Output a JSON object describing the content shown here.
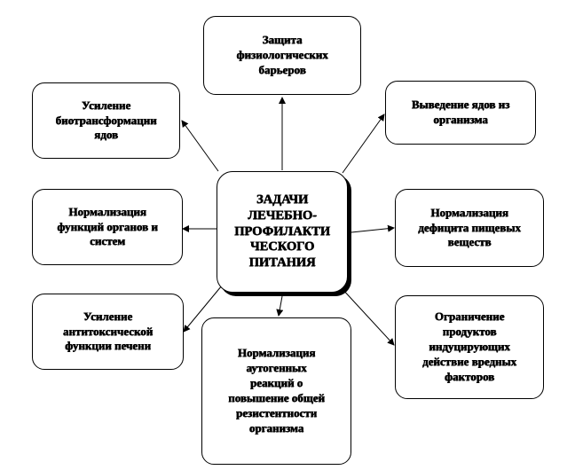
{
  "center": {
    "label": "ЗАДАЧИ\nЛЕЧЕБНО-\nПРОФИЛАКТИ\nЧЕСКОГО\nПИТАНИЯ"
  },
  "nodes": {
    "top": "Защита\nфизиологических\nбарьеров",
    "top_left": "Усиление\nбиотрансформации\nядов",
    "top_right": "Выведение ядов из\nорганизма",
    "mid_left": "Нормализация\nфункций органов и\nсистем",
    "mid_right": "Нормализация\nдефицита пищевых\nвеществ",
    "bottom_left": "Усиление\nантитоксической\nфункции печени",
    "bottom": "Нормализация\nаутогенных\nреакций о\nповышение общей\nрезистентности\nорганизма",
    "bottom_right": "Ограничение\nпродуктов\nиндуцирующих\nдействие вредных\nфакторов"
  },
  "colors": {
    "stroke": "#000000",
    "fill": "#ffffff"
  }
}
